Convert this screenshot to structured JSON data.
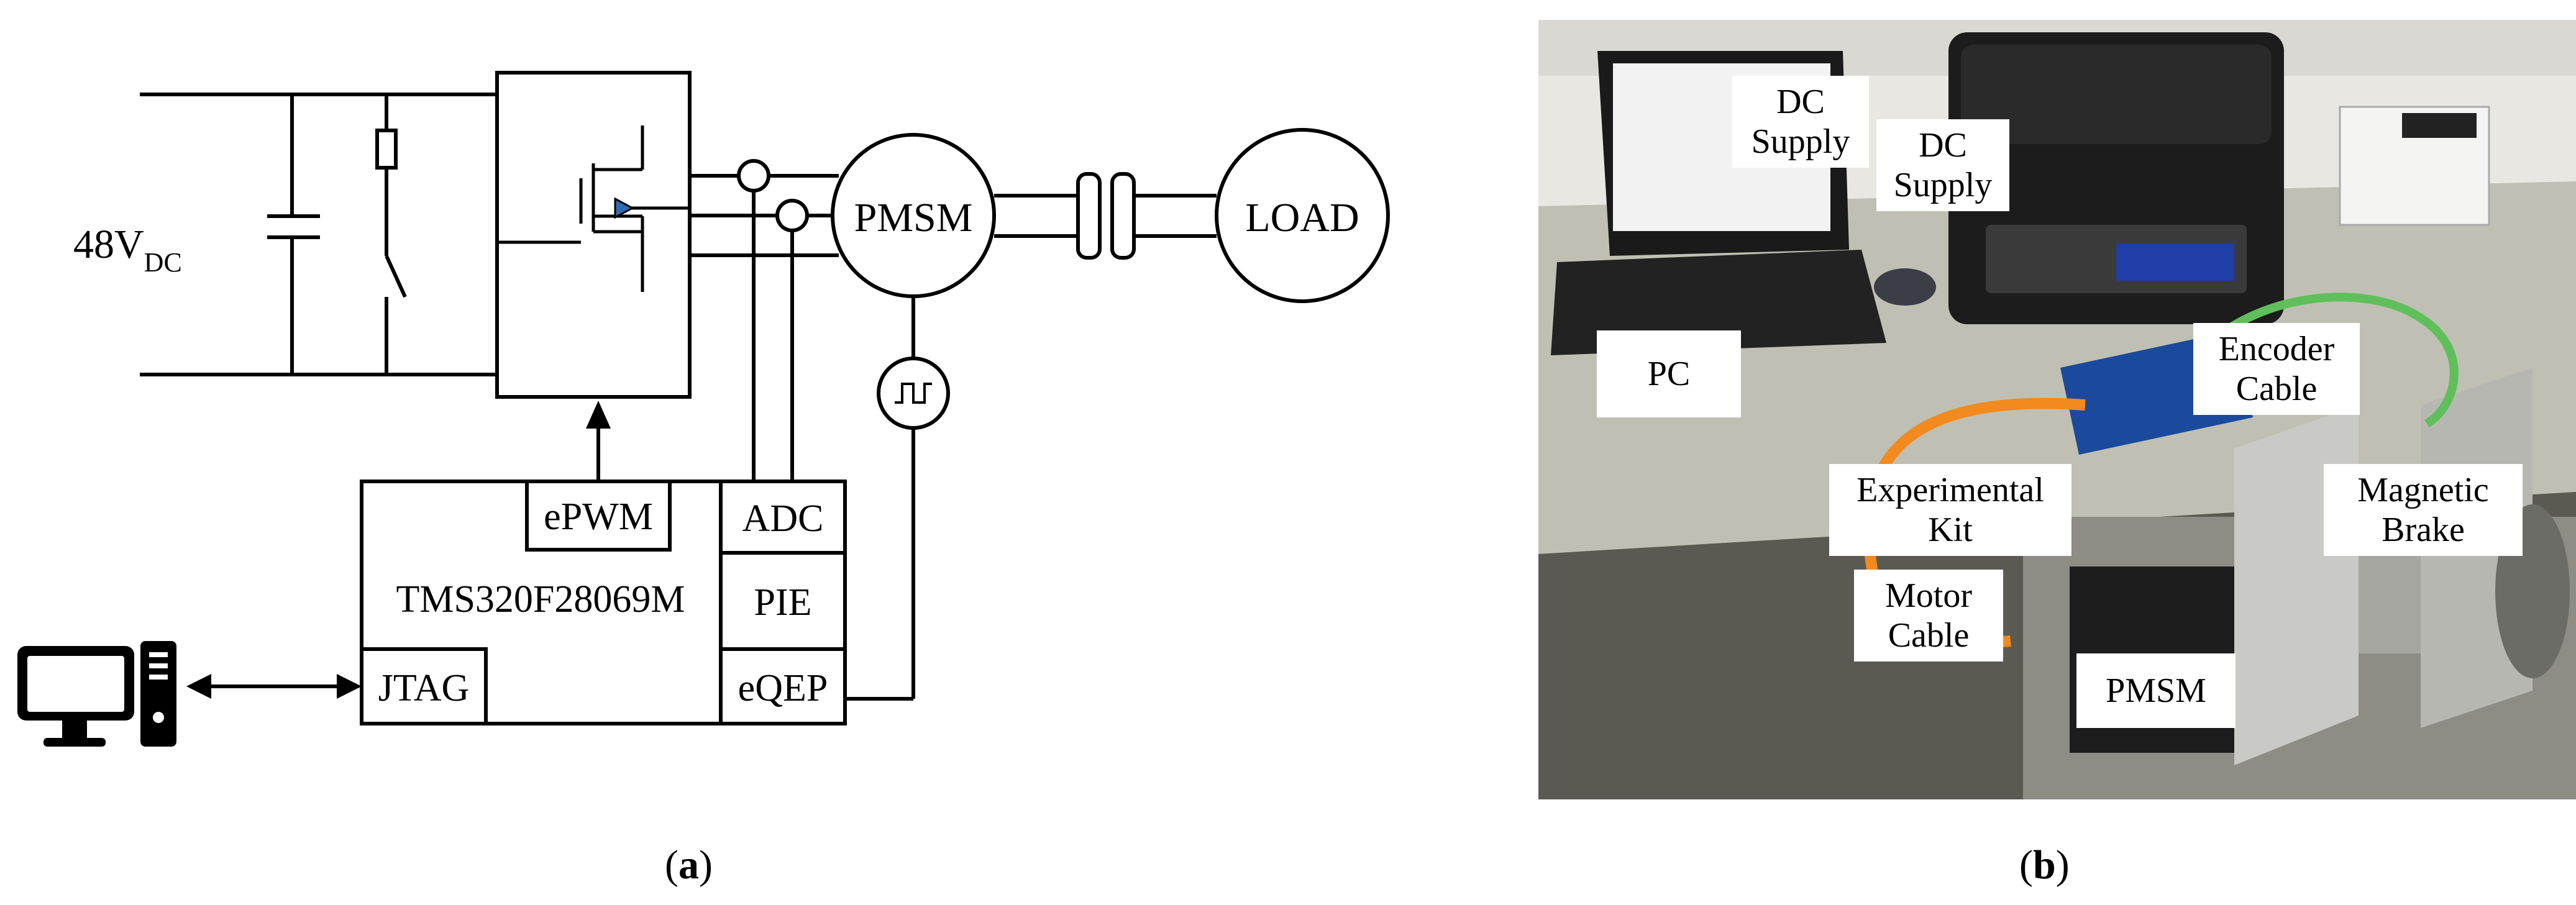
{
  "panel_a": {
    "caption_open": "(",
    "caption_letter": "a",
    "caption_close": ")",
    "voltage_main": "48V",
    "voltage_sub": "DC",
    "motor": "PMSM",
    "load": "LOAD",
    "controller": "TMS320F28069M",
    "modules": {
      "epwm": "ePWM",
      "adc": "ADC",
      "pie": "PIE",
      "eqep": "eQEP",
      "jtag": "JTAG"
    }
  },
  "panel_b": {
    "caption_open": "(",
    "caption_letter": "b",
    "caption_close": ")",
    "labels": {
      "dc_supply_1": "DC\nSupply",
      "dc_supply_2": "DC\nSupply",
      "pc": "PC",
      "encoder_cable": "Encoder\nCable",
      "experimental_kit": "Experimental\nKit",
      "magnetic_brake": "Magnetic\nBrake",
      "motor_cable": "Motor\nCable",
      "pmsm": "PMSM"
    }
  },
  "colors": {
    "line": "#000000",
    "mosfet_diode": "#2f6bb0",
    "cable_orange": "#f28a1e",
    "cable_green": "#5fbf5a"
  }
}
